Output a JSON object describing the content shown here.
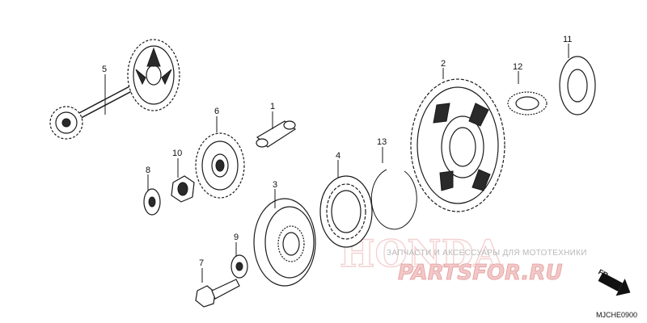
{
  "diagram": {
    "part_numbers": [
      "1",
      "2",
      "3",
      "4",
      "5",
      "6",
      "7",
      "8",
      "9",
      "10",
      "11",
      "12",
      "13"
    ],
    "diagram_code": "MJCHE0900",
    "direction_label": "FR.",
    "watermark": {
      "caption": "ЗАПЧАСТИ И АКСЕССУАРЫ ДЛЯ МОТОТЕХНИКИ",
      "logo": "PARTSFOR.RU",
      "brand": "HONDA"
    }
  }
}
